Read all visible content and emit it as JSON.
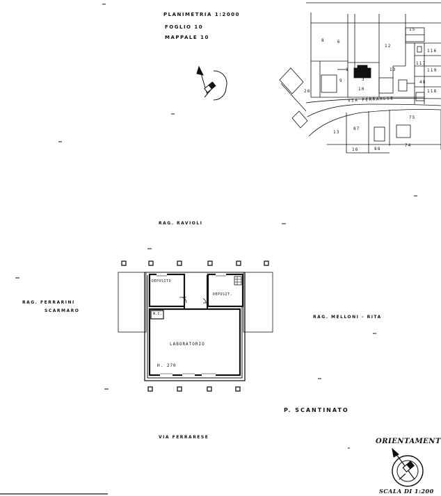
{
  "header": {
    "line1": "PLANIMETRIA 1:2000",
    "line2": "FOGLIO 10",
    "line3": "MAPPALE 10"
  },
  "cadastral_map": {
    "street": "VIA FERRARESE",
    "parcel_numbers": [
      "8",
      "6",
      "12",
      "15",
      "116",
      "117",
      "119",
      "118",
      "1",
      "9",
      "3",
      "13",
      "10",
      "26",
      "13",
      "87",
      "75",
      "16",
      "88",
      "74",
      "48"
    ]
  },
  "boundaries": {
    "north": "RAG. RAVIOLI",
    "west_line1": "RAG. FERRARINI",
    "west_line2": "SCARMARO",
    "east": "RAG. MELLONI - RITA",
    "south": "VIA FERRARESE"
  },
  "rooms": {
    "room_left": "DEPOSITO",
    "room_right": "DEPOSIT.",
    "wc": "W.C.",
    "main": "LABORATORIO",
    "height": "H. 270"
  },
  "floor_label": "P. SCANTINATO",
  "orientation_label": "ORIENTAMENTO",
  "scale_label": "SCALA DI 1:200"
}
